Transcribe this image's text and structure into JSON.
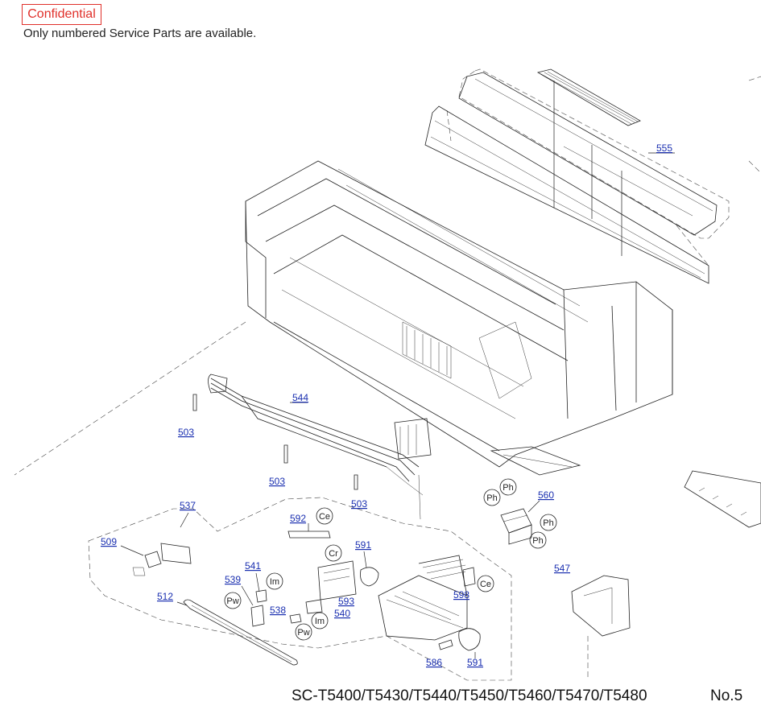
{
  "header": {
    "confidential_label": "Confidential",
    "note": "Only numbered Service Parts are available."
  },
  "footer": {
    "models": "SC-T5400/T5430/T5440/T5450/T5460/T5470/T5480",
    "page": "No.5"
  },
  "part_numbers": {
    "p555": "555",
    "p544": "544",
    "p503a": "503",
    "p503b": "503",
    "p503c": "503",
    "p537": "537",
    "p509": "509",
    "p512": "512",
    "p539": "539",
    "p541": "541",
    "p538": "538",
    "p540": "540",
    "p592": "592",
    "p593": "593",
    "p591a": "591",
    "p591b": "591",
    "p586": "586",
    "p598": "598",
    "p560": "560",
    "p547": "547"
  },
  "badges": {
    "ce1": "Ce",
    "cr": "Cr",
    "im1": "Im",
    "pw1": "Pw",
    "im2": "Im",
    "pw2": "Pw",
    "ce2": "Ce",
    "ph1": "Ph",
    "ph2": "Ph",
    "ph3": "Ph",
    "ph4": "Ph"
  },
  "colors": {
    "confidential": "#e0302a",
    "part_link": "#1a2fb0",
    "line": "#222222"
  }
}
